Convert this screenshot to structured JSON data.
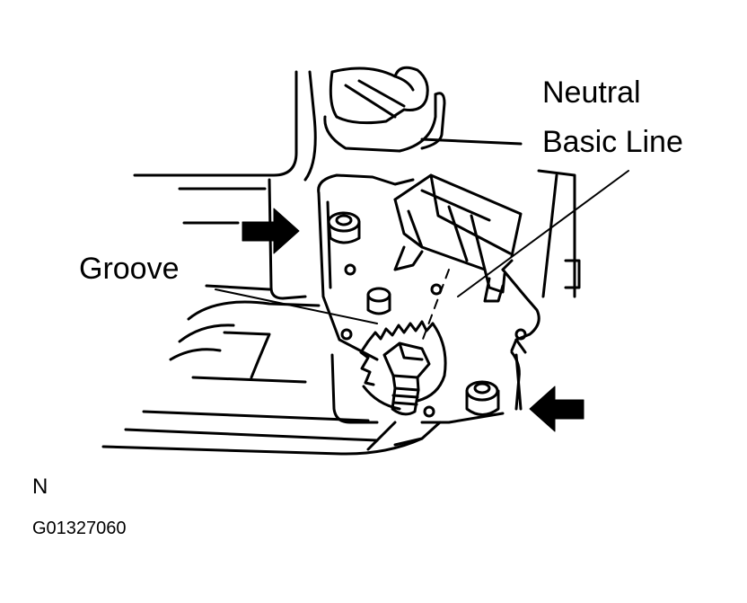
{
  "labels": {
    "neutral_basic_line_1": "Neutral",
    "neutral_basic_line_2": "Basic Line",
    "groove": "Groove"
  },
  "view_letter": "N",
  "figure_id": "G01327060",
  "colors": {
    "ink": "#000000",
    "paper": "#ffffff"
  }
}
